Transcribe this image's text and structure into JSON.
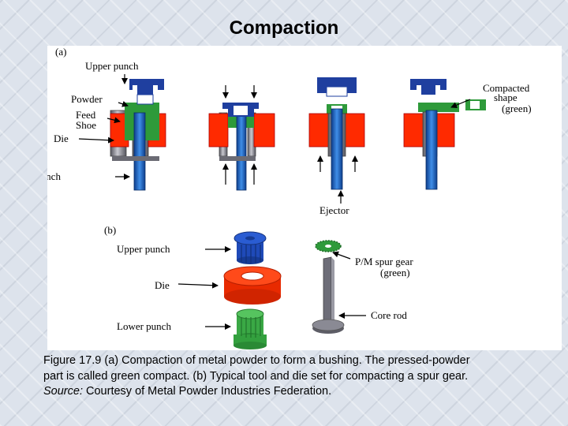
{
  "title": "Compaction",
  "diagram": {
    "part_a": {
      "tag": "(a)",
      "labels": {
        "upper_punch": "Upper punch",
        "powder": "Powder",
        "feed_shoe": "Feed\nShoe",
        "die": "Die",
        "lower_punch": "Lower punch",
        "ejector": "Ejector",
        "compacted_shape": "Compacted\nshape\n(green)"
      }
    },
    "part_b": {
      "tag": "(b)",
      "labels": {
        "upper_punch": "Upper punch",
        "die": "Die",
        "lower_punch": "Lower punch",
        "pm_spur_gear": "P/M spur gear\n(green)",
        "core_rod": "Core rod"
      }
    },
    "colors": {
      "blue": "#1f3f9f",
      "red": "#ff2a00",
      "green": "#2e9a3a",
      "gray": "#8a8a94",
      "rod": "#1a64c8"
    }
  },
  "caption": {
    "line1": "Figure 17.9  (a) Compaction of metal powder to form a bushing.  The pressed-powder",
    "line2": "part is called green compact.  (b)  Typical tool and die set for compacting a spur gear.",
    "source_label": "Source:",
    "source_text": "  Courtesy of Metal Powder Industries Federation."
  }
}
